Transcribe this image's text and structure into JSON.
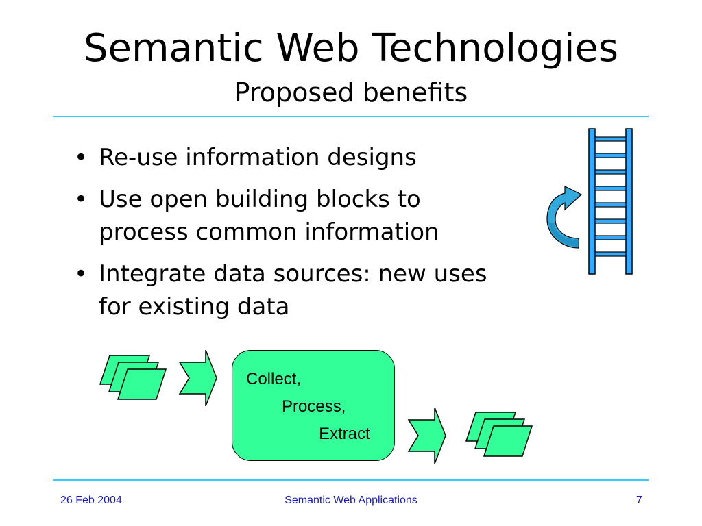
{
  "slide": {
    "title": "Semantic Web Technologies",
    "subtitle": "Proposed benefits"
  },
  "bullets": [
    {
      "line1": "Re-use information designs",
      "line2": ""
    },
    {
      "line1": "Use open building blocks to",
      "line2": "process common information"
    },
    {
      "line1": "Integrate data sources: new uses",
      "line2": "for existing data"
    }
  ],
  "process_box": {
    "line1": "Collect,",
    "line2": "Process,",
    "line3": "Extract"
  },
  "footer": {
    "date": "26 Feb 2004",
    "center": "Semantic Web Applications",
    "page": "7"
  },
  "icons": [
    "ladder-icon",
    "curved-arrow-icon",
    "document-stack-icon",
    "block-arrow-icon"
  ],
  "colors": {
    "accent_rule": "#33ccff",
    "shape_fill": "#33ff99",
    "footer_text": "#1a1acc",
    "ladder": "#33aaff",
    "curved_arrow": "#33aadd"
  }
}
